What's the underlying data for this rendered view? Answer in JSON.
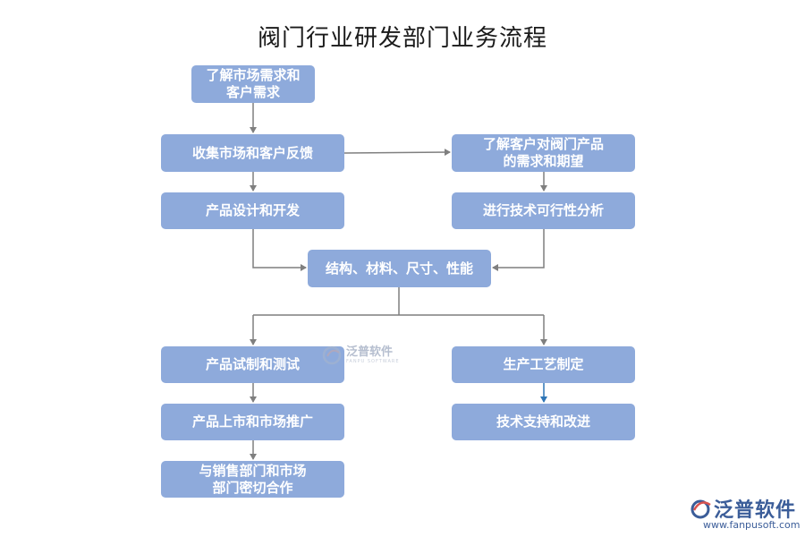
{
  "title": "阀门行业研发部门业务流程",
  "nodes": {
    "n1": "了解市场需求和\n客户需求",
    "n2": "收集市场和客户反馈",
    "n3": "产品设计和开发",
    "n4": "了解客户对阀门产品\n的需求和期望",
    "n5": "进行技术可行性分析",
    "n6": "结构、材料、尺寸、性能",
    "n7": "产品试制和测试",
    "n8": "产品上市和市场推广",
    "n9": "与销售部门和市场\n部门密切合作",
    "n10": "生产工艺制定",
    "n11": "技术支持和改进"
  },
  "watermark": {
    "text": "泛普软件",
    "sub": "FANPU SOFTWARE"
  },
  "brand": {
    "name": "泛普软件",
    "url": "www.fanpusoft.com"
  },
  "colors": {
    "node": "#8eaadb",
    "arrow": "#7f7f7f",
    "arrow_accent": "#2e75b6",
    "brand": "#3b5d99"
  }
}
